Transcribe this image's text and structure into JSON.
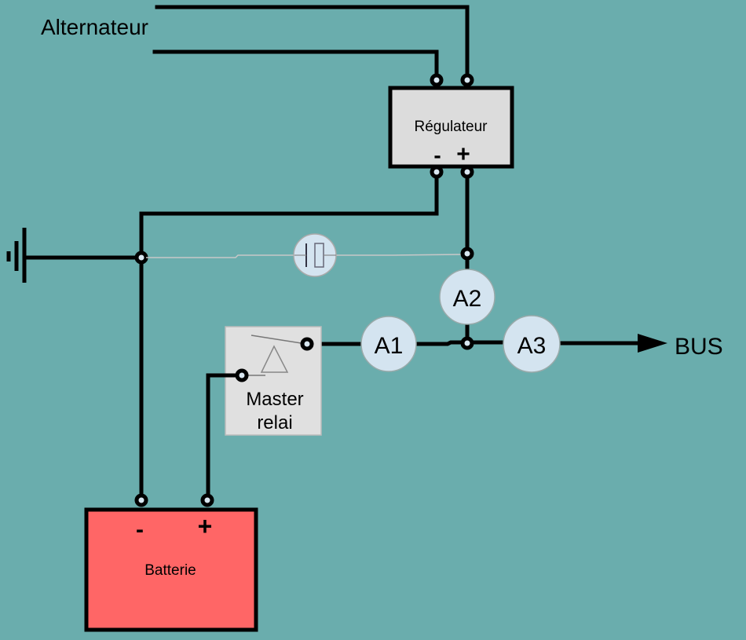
{
  "labels": {
    "alternator": "Alternateur",
    "regulator": "Régulateur",
    "regulator_minus": "-",
    "regulator_plus": "+",
    "master_relay_line1": "Master",
    "master_relay_line2": "relai",
    "battery": "Batterie",
    "battery_minus": "-",
    "battery_plus": "+",
    "bus": "BUS"
  },
  "meters": {
    "a1": "A1",
    "a2": "A2",
    "a3": "A3"
  },
  "colors": {
    "background": "#6aadad",
    "regulator_fill": "#dcdcdc",
    "battery_fill": "#ff6666",
    "relay_fill": "#e0e0e0",
    "meter_fill": "#d4e4f0"
  }
}
